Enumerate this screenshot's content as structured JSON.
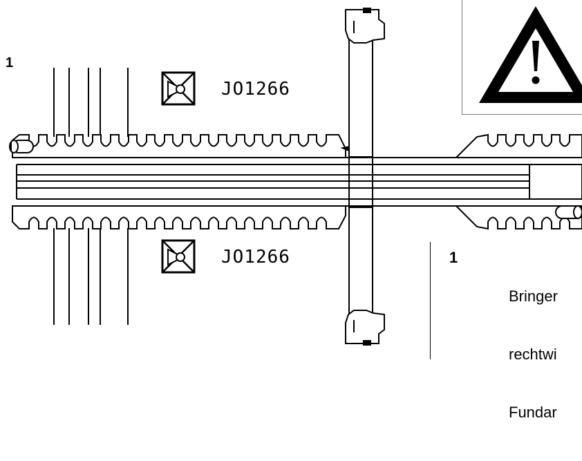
{
  "figure_label": "1",
  "tool_code_top": "JO1266",
  "tool_code_bottom": "JO1266",
  "warning": {
    "icon": "warning-triangle-icon",
    "symbol": "!"
  },
  "callout": {
    "number": "1",
    "lines": [
      "Bringer",
      "rechtwi",
      "Fundar"
    ]
  },
  "colors": {
    "ink": "#000000",
    "paper": "#ffffff",
    "frame": "#777777"
  }
}
